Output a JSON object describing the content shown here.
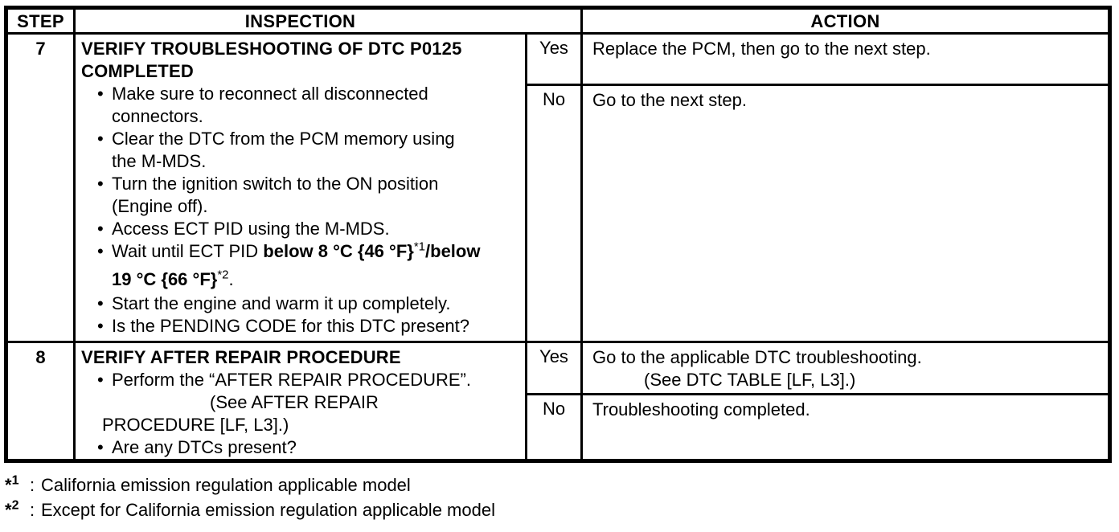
{
  "glyphs": {
    "bullet": "•"
  },
  "header": {
    "step": "STEP",
    "inspection": "INSPECTION",
    "action": "ACTION"
  },
  "steps": [
    {
      "number": "7",
      "title_lines": [
        "VERIFY TROUBLESHOOTING OF DTC P0125",
        "COMPLETED"
      ],
      "bullets_a": [
        [
          "Make sure to reconnect all disconnected",
          "connectors."
        ],
        [
          "Clear the DTC from the PCM memory using",
          "the M-MDS."
        ],
        [
          "Turn the ignition switch to the ON position",
          "(Engine off)."
        ],
        [
          "Access ECT PID using the M-MDS."
        ]
      ],
      "wait_bullet": {
        "pre": "Wait until ECT PID ",
        "bold1": "below 8 °C {46 °F}",
        "sup1": "*1",
        "bold2": "/below",
        "bold3": "19 °C {66 °F}",
        "sup2": "*2",
        "period": "."
      },
      "bullets_b": [
        "Start the engine and warm it up completely.",
        "Is the PENDING CODE for this DTC present?"
      ],
      "yes_label": "Yes",
      "yes_action": "Replace the PCM, then go to the next step.",
      "no_label": "No",
      "no_action": "Go to the next step."
    },
    {
      "number": "8",
      "title_lines": [
        "VERIFY AFTER REPAIR PROCEDURE"
      ],
      "bullet1": "Perform the “AFTER REPAIR PROCEDURE”.",
      "ref_line1": "(See AFTER REPAIR",
      "ref_line2": "PROCEDURE [LF, L3].)",
      "bullet2": "Are any DTCs present?",
      "yes_label": "Yes",
      "yes_action_line1": "Go to the applicable DTC troubleshooting.",
      "yes_action_line2": "(See DTC TABLE [LF, L3].)",
      "no_label": "No",
      "no_action": "Troubleshooting completed."
    }
  ],
  "footnotes": [
    {
      "star": "*",
      "num": "1",
      "colon": ":",
      "text": "California emission regulation applicable model"
    },
    {
      "star": "*",
      "num": "2",
      "colon": ":",
      "text": "Except for California emission regulation applicable model"
    }
  ]
}
